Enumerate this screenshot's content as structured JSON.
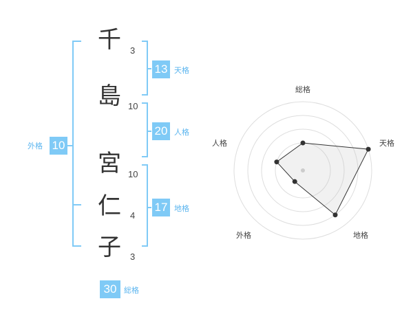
{
  "name_chars": [
    {
      "char": "千",
      "strokes": "3"
    },
    {
      "char": "島",
      "strokes": "10"
    },
    {
      "char": "宮",
      "strokes": "10"
    },
    {
      "char": "仁",
      "strokes": "4"
    },
    {
      "char": "子",
      "strokes": "3"
    }
  ],
  "fortunes": {
    "tenkaku": {
      "value": "13",
      "label": "天格"
    },
    "jinkaku": {
      "value": "20",
      "label": "人格"
    },
    "chikaku": {
      "value": "17",
      "label": "地格"
    },
    "gaikaku": {
      "value": "10",
      "label": "外格"
    },
    "soukaku": {
      "value": "30",
      "label": "総格"
    }
  },
  "colors": {
    "accent": "#7fcaf6",
    "label_accent": "#5bb5ef",
    "text": "#333333"
  },
  "chart_data": {
    "type": "radar",
    "axes": [
      "総格",
      "天格",
      "地格",
      "外格",
      "人格"
    ],
    "ring_count": 4,
    "values_fraction": [
      0.25,
      1.0,
      0.75,
      0.0,
      0.25
    ]
  }
}
